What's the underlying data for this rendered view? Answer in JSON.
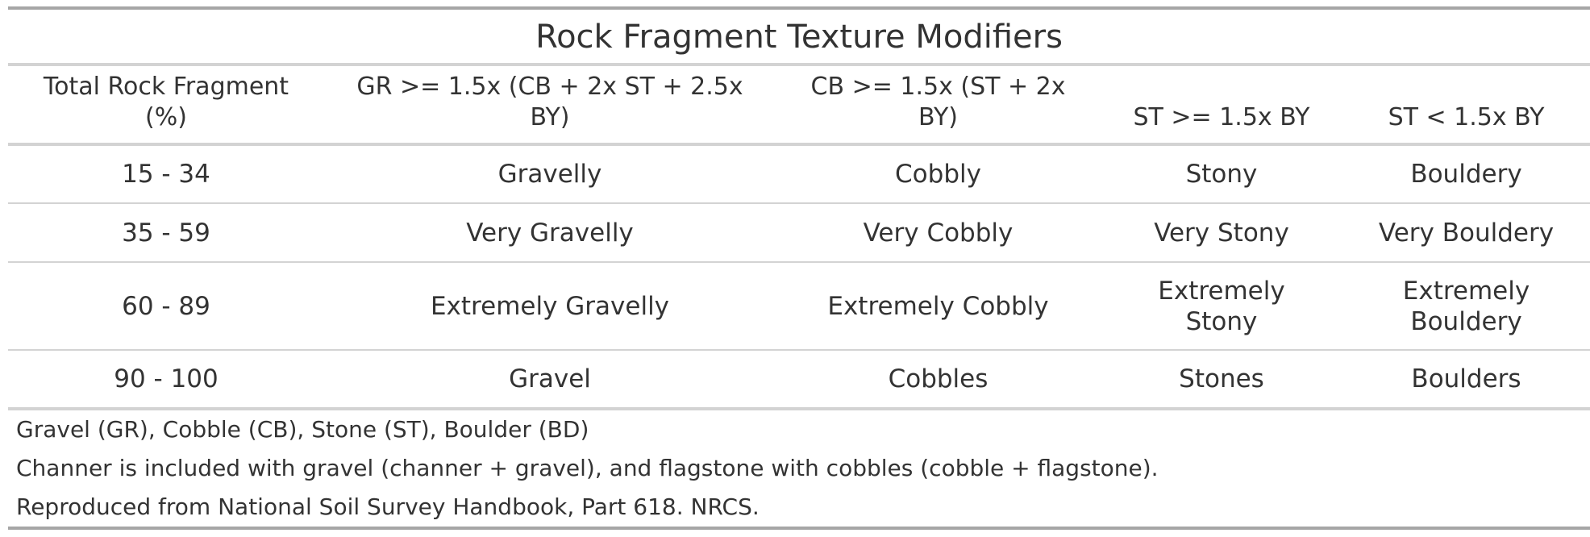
{
  "table": {
    "title": "Rock Fragment Texture Modifiers",
    "columns": [
      {
        "line1": "Total Rock Fragment",
        "line2": "(%)"
      },
      {
        "line1": "GR >= 1.5x (CB + 2x ST + 2.5x",
        "line2": "BY)"
      },
      {
        "line1": "CB >= 1.5x (ST + 2x",
        "line2": "BY)"
      },
      {
        "line1": "ST >= 1.5x BY",
        "line2": ""
      },
      {
        "line1": "ST < 1.5x BY",
        "line2": ""
      }
    ],
    "rows": [
      {
        "range": "15 - 34",
        "gravel": "Gravelly",
        "cobble": "Cobbly",
        "stone": "Stony",
        "boulder": "Bouldery"
      },
      {
        "range": "35 - 59",
        "gravel": "Very Gravelly",
        "cobble": "Very Cobbly",
        "stone": "Very Stony",
        "boulder": "Very Bouldery"
      },
      {
        "range": "60 - 89",
        "gravel": "Extremely Gravelly",
        "cobble": "Extremely Cobbly",
        "stone_line1": "Extremely",
        "stone_line2": "Stony",
        "boulder_line1": "Extremely",
        "boulder_line2": "Bouldery"
      },
      {
        "range": "90 - 100",
        "gravel": "Gravel",
        "cobble": "Cobbles",
        "stone": "Stones",
        "boulder": "Boulders"
      }
    ],
    "footnotes": [
      "Gravel (GR), Cobble (CB), Stone (ST), Boulder (BD)",
      "Channer is included with gravel (channer + gravel), and flagstone with cobbles (cobble + flagstone).",
      "Reproduced from National Soil Survey Handbook, Part 618. NRCS."
    ]
  }
}
